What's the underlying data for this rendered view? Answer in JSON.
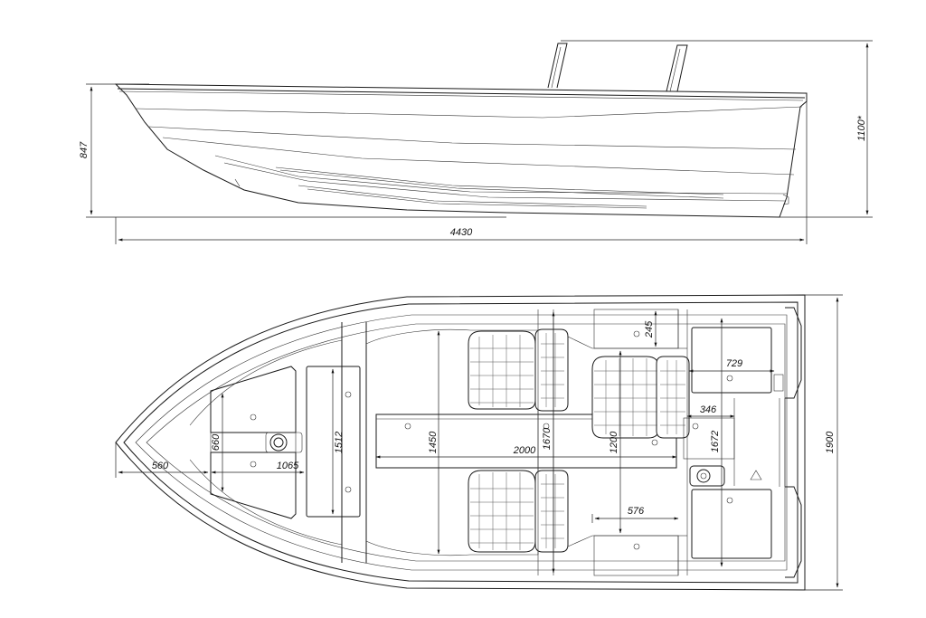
{
  "dimensions": {
    "side_height": "847",
    "side_height_max": "1100*",
    "overall_length": "4430",
    "overall_beam": "1900",
    "bow_offset": "560",
    "hatch_width": "660",
    "hatch_length": "1065",
    "front_hatch": "1512",
    "bench_width": "1450",
    "mid_width": "1670",
    "bench_length": "2000",
    "seat_width": "1200",
    "side_box": "245",
    "rear_box": "729",
    "console_box": "346",
    "stern_width": "1672",
    "rear_step": "576"
  }
}
